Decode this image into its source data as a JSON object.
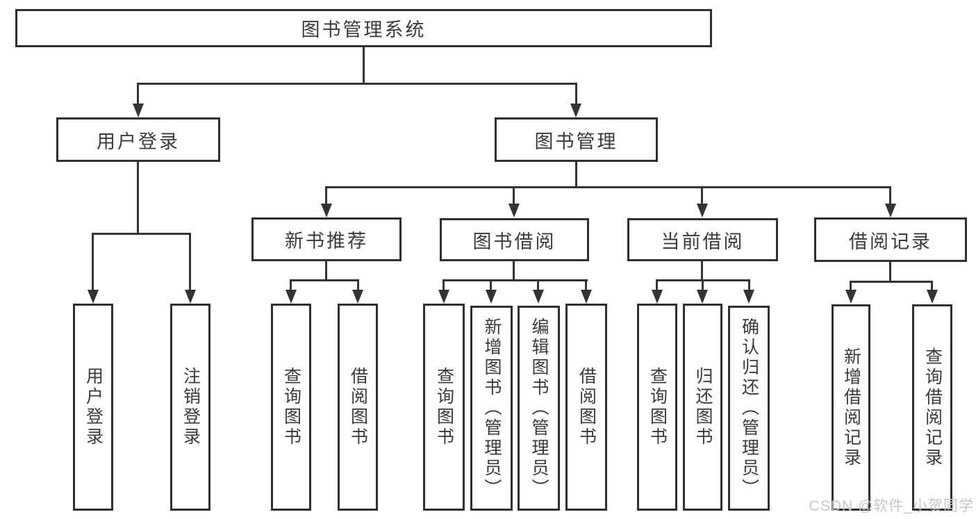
{
  "title": {
    "label": "图书管理系统"
  },
  "level2": {
    "userLogin": "用户登录",
    "bookManagement": "图书管理"
  },
  "level3": {
    "newBookRecommend": "新书推荐",
    "bookBorrowing": "图书借阅",
    "currentBorrowing": "当前借阅",
    "borrowingRecords": "借阅记录"
  },
  "leaves": {
    "userLogin": "用户登录",
    "logout": "注销登录",
    "nbQueryBooks": "查询图书",
    "nbBorrowBooks": "借阅图书",
    "bbQueryBooks": "查询图书",
    "bbAddBooks": "新增图书（管理员）",
    "bbEditBooks": "编辑图书（管理员）",
    "bbBorrowBooks": "借阅图书",
    "cbQueryBooks": "查询图书",
    "cbReturnBooks": "归还图书",
    "cbConfirmReturn": "确认归还（管理员）",
    "brAddRecord": "新增借阅记录",
    "brQueryRecord": "查询借阅记录"
  },
  "watermark": "CSDN @软件_小贺同学",
  "colors": {
    "line": "#333333",
    "border": "#2f2f2f",
    "text": "#3a3a3a",
    "boxBackground": "#ffffff",
    "watermark": "#c3c6ca"
  }
}
